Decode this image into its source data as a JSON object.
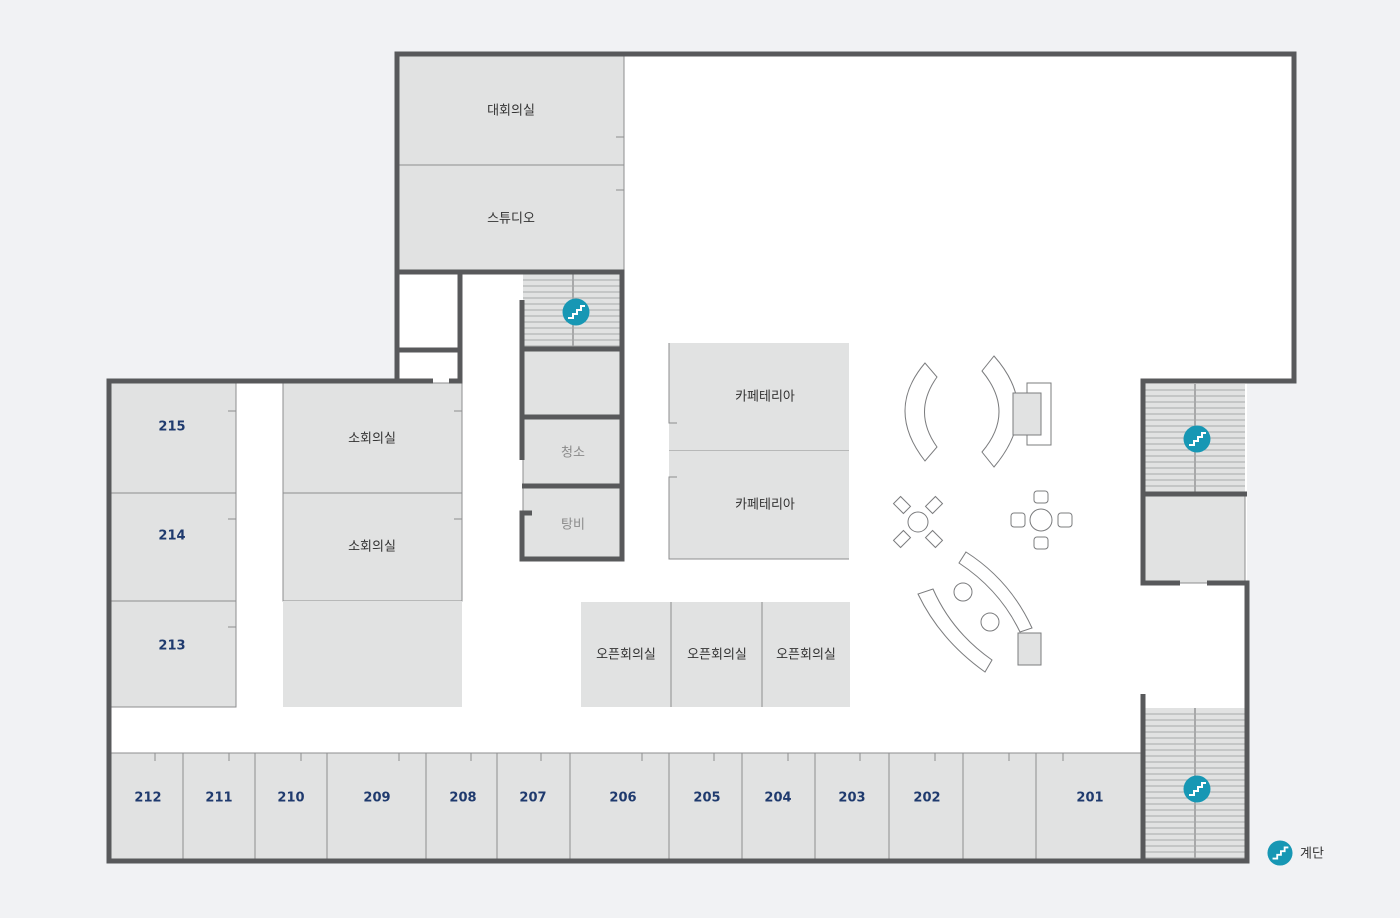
{
  "rooms": {
    "r201": "201",
    "r202": "202",
    "r203": "203",
    "r204": "204",
    "r205": "205",
    "r206": "206",
    "r207": "207",
    "r208": "208",
    "r209": "209",
    "r210": "210",
    "r211": "211",
    "r212": "212",
    "r213": "213",
    "r214": "214",
    "r215": "215",
    "grand_meeting": "대회의실",
    "studio": "스튜디오",
    "small_meeting_1": "소회의실",
    "small_meeting_2": "소회의실",
    "cleaning": "청소",
    "water_room": "탕비",
    "cafeteria_1": "카페테리아",
    "cafeteria_2": "카페테리아",
    "open_meeting_1": "오픈회의실",
    "open_meeting_2": "오픈회의실",
    "open_meeting_3": "오픈회의실"
  },
  "legend": {
    "stairs_label": "계단",
    "stairs_icon": "stairs-icon"
  },
  "colors": {
    "background": "#f1f2f4",
    "wall": "#58595b",
    "room_fill": "#e1e2e2",
    "stairs_icon": "#1797b4",
    "room_number_text": "#1f3a6e"
  }
}
